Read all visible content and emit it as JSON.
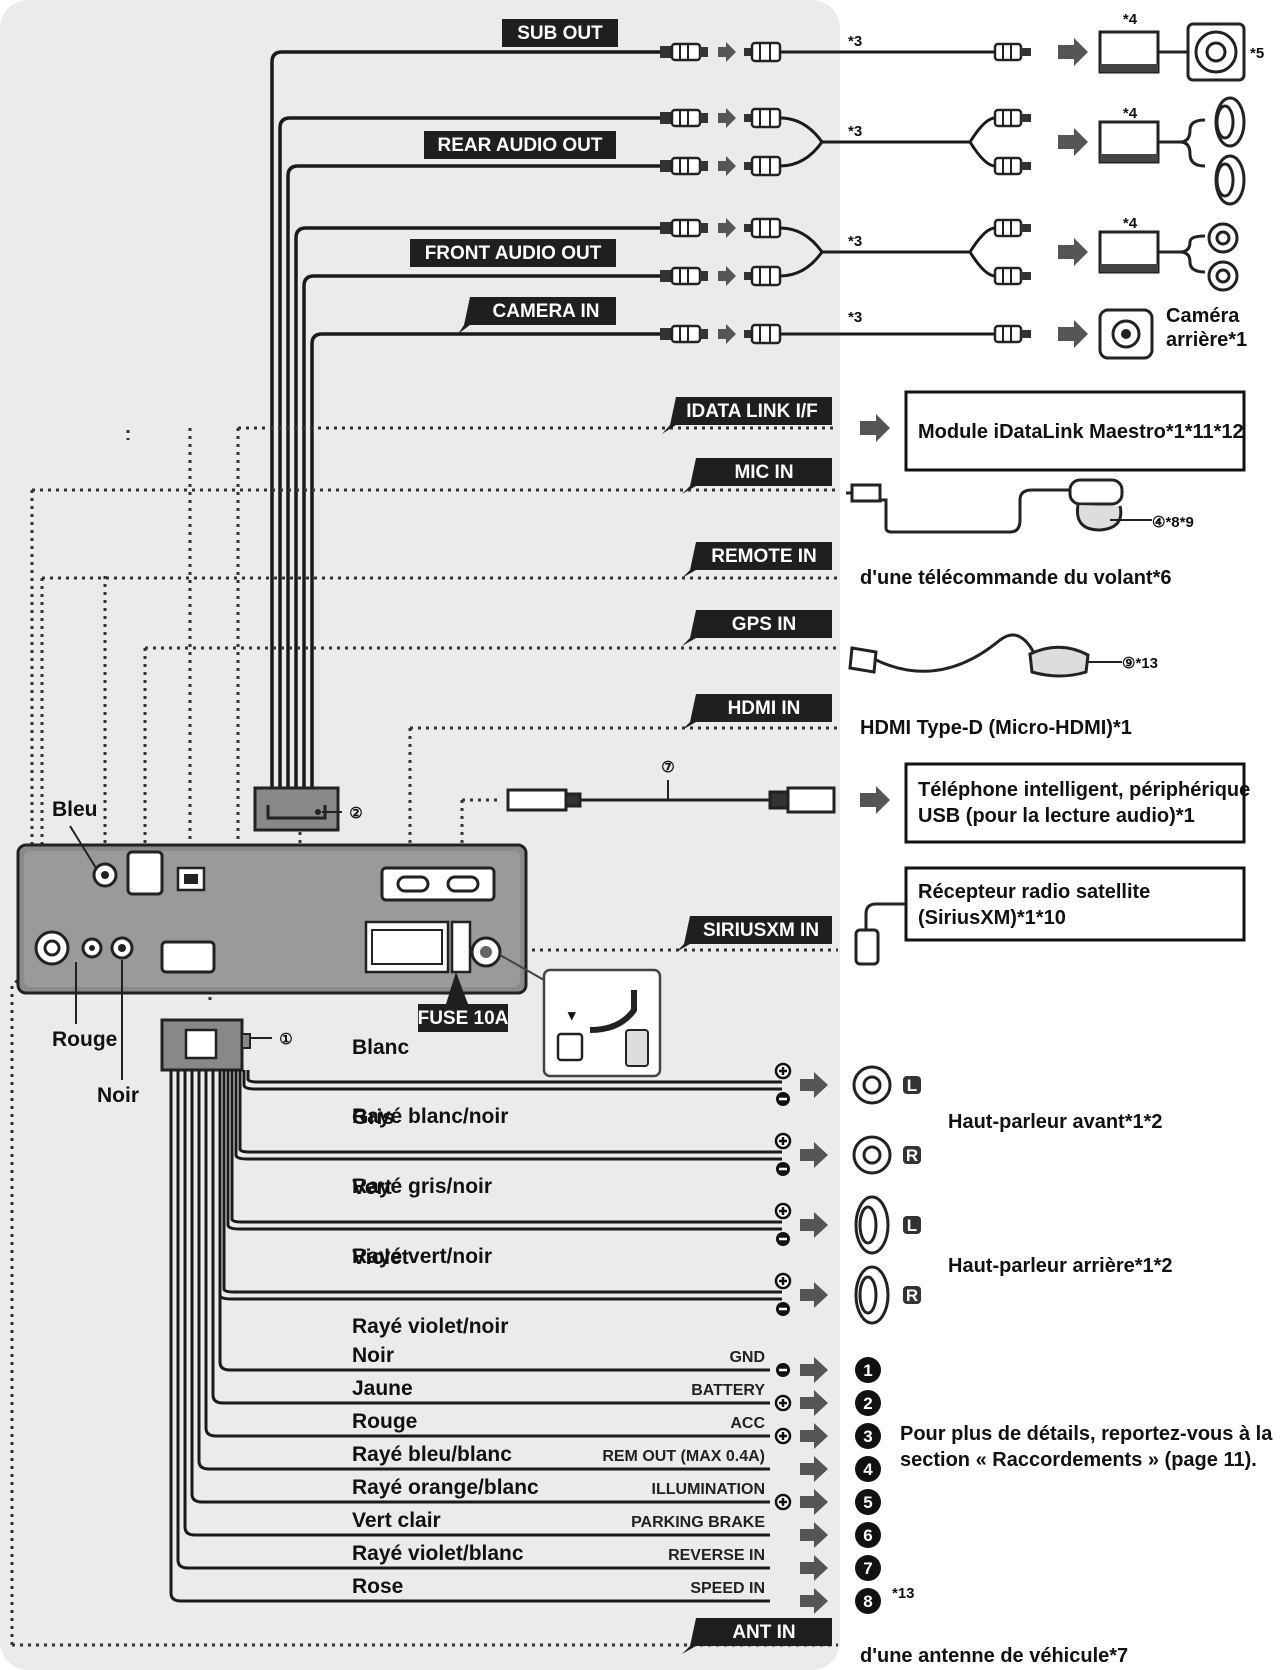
{
  "output_labels": {
    "sub_out": "SUB OUT",
    "rear_audio_out": "REAR AUDIO OUT",
    "front_audio_out": "FRONT AUDIO OUT",
    "camera_in": "CAMERA IN",
    "idata_link": "IDATA LINK I/F",
    "mic_in": "MIC IN",
    "remote_in": "REMOTE IN",
    "gps_in": "GPS IN",
    "hdmi_in": "HDMI IN",
    "siriusxm_in": "SIRIUSXM IN",
    "fuse": "FUSE 10A",
    "ant_in": "ANT IN"
  },
  "notes": {
    "n3a": "*3",
    "n3b": "*3",
    "n3c": "*3",
    "n3d": "*3",
    "n4a": "*4",
    "n4b": "*4",
    "n4c": "*4",
    "n5": "*5",
    "n13": "*13"
  },
  "destinations": {
    "camera_line1": "Caméra",
    "camera_line2": "arrière*1",
    "idatalink": "Module iDataLink Maestro*1*11*12",
    "mic": "④*8*9",
    "remote": "d'une télécommande du volant*6",
    "gps": "⑨*13",
    "hdmi": "HDMI Type-D (Micro-HDMI)*1",
    "usb_line1": "Téléphone intelligent, périphérique",
    "usb_line2": "USB (pour la lecture audio)*1",
    "sat_line1": "Récepteur radio satellite",
    "sat_line2": "(SiriusXM)*1*10",
    "front_speaker": "Haut-parleur avant*1*2",
    "rear_speaker": "Haut-parleur arrière*1*2",
    "details_line1": "Pour plus de détails, reportez-vous à la",
    "details_line2": "section « Raccordements » (page 11).",
    "antenna": "d'une antenne de véhicule*7"
  },
  "unit": {
    "bleu": "Bleu",
    "rouge": "Rouge",
    "noir": "Noir",
    "callout_1": "①",
    "callout_2": "②",
    "callout_7": "⑦"
  },
  "speaker_wires": [
    {
      "plus": "Blanc",
      "minus": "Rayé blanc/noir",
      "side": "L"
    },
    {
      "plus": "Gris",
      "minus": "Rayé gris/noir",
      "side": "R"
    },
    {
      "plus": "Vert",
      "minus": "Rayé vert/noir",
      "side": "L"
    },
    {
      "plus": "Violet",
      "minus": "Rayé violet/noir",
      "side": "R"
    }
  ],
  "power_wires": [
    {
      "color": "Noir",
      "function": "GND",
      "num": "1",
      "pol": "−"
    },
    {
      "color": "Jaune",
      "function": "BATTERY",
      "num": "2",
      "pol": "+"
    },
    {
      "color": "Rouge",
      "function": "ACC",
      "num": "3",
      "pol": "+"
    },
    {
      "color": "Rayé bleu/blanc",
      "function": "REM OUT (MAX 0.4A)",
      "num": "4",
      "pol": ""
    },
    {
      "color": "Rayé orange/blanc",
      "function": "ILLUMINATION",
      "num": "5",
      "pol": "+"
    },
    {
      "color": "Vert clair",
      "function": "PARKING BRAKE",
      "num": "6",
      "pol": ""
    },
    {
      "color": "Rayé violet/blanc",
      "function": "REVERSE IN",
      "num": "7",
      "pol": ""
    },
    {
      "color": "Rose",
      "function": "SPEED IN",
      "num": "8",
      "pol": ""
    }
  ]
}
